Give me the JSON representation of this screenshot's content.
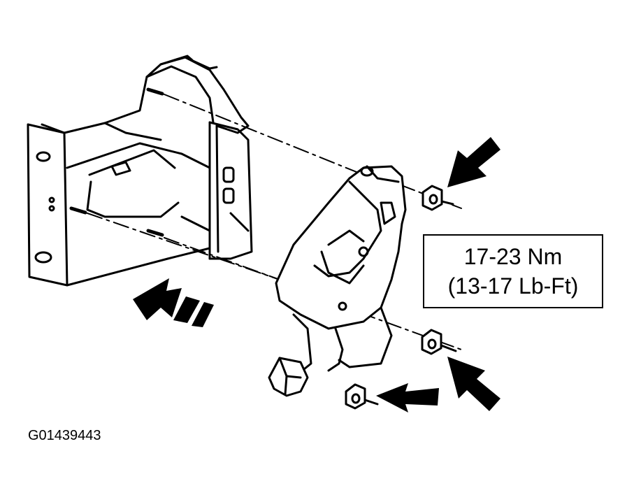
{
  "torque_spec": {
    "metric": "17-23 Nm",
    "imperial": "(13-17 Lb-Ft)"
  },
  "figure_id": "G01439443",
  "colors": {
    "ink": "#000000",
    "paper": "#ffffff"
  }
}
